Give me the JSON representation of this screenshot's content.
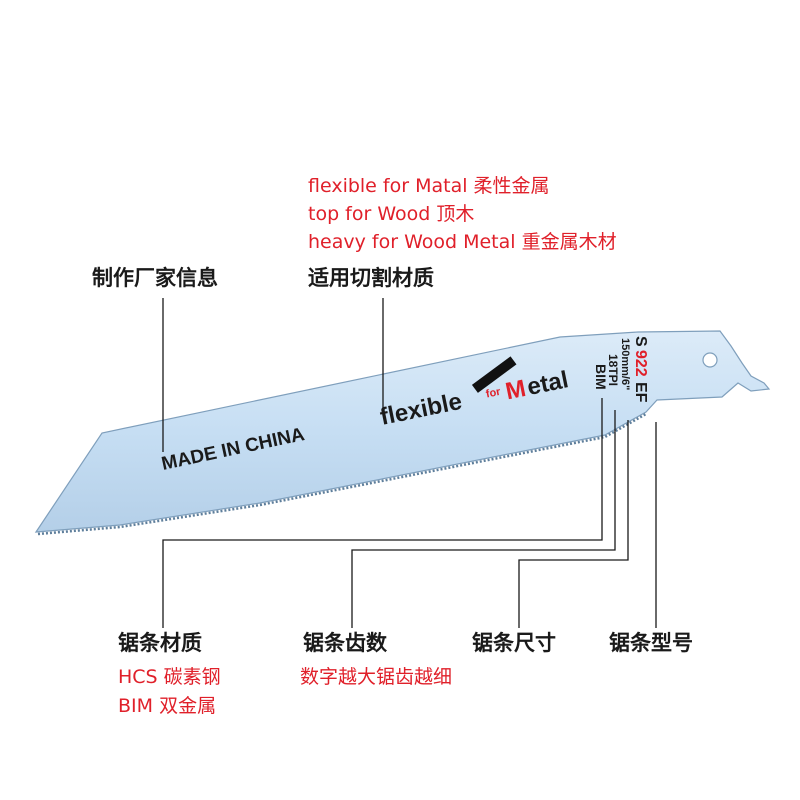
{
  "materials_heading": "适用切割材质",
  "manufacturer_heading": "制作厂家信息",
  "material_lines": [
    "flexible for Matal   柔性金属",
    "top for Wood   顶木",
    "heavy for Wood Metal   重金属木材"
  ],
  "blade": {
    "made_in": "MADE IN CHINA",
    "brand_word1": "flexible",
    "brand_for": "for",
    "brand_metal_m": "M",
    "brand_metal_rest": "etal",
    "model_s": "S",
    "model_num": "922",
    "model_suffix": "EF",
    "size": "150mm/6\"",
    "tpi": "18TPI",
    "material": "BIM"
  },
  "bottom_labels": {
    "blade_material": "锯条材质",
    "tooth_count": "锯条齿数",
    "blade_size": "锯条尺寸",
    "blade_model": "锯条型号"
  },
  "blade_material_options": [
    "HCS   碳素钢",
    "BIM   双金属"
  ],
  "tooth_count_note": "数字越大锯齿越细",
  "colors": {
    "accent_red": "#e0202a",
    "label_black": "#1a1a1a",
    "blade_blue": "#c8e0f4"
  }
}
